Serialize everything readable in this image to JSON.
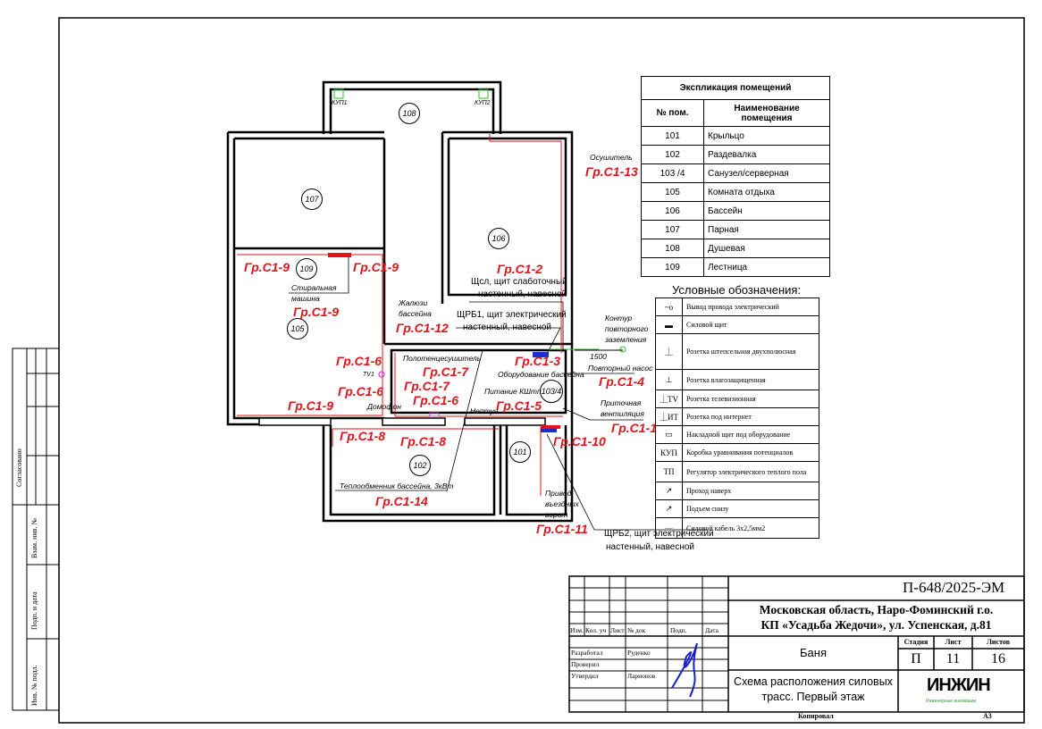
{
  "explication": {
    "title": "Экспликация помещений",
    "col_num": "№ пом.",
    "col_name": "Наименование помещения",
    "rows": [
      {
        "num": "101",
        "name": "Крыльцо"
      },
      {
        "num": "102",
        "name": "Раздевалка"
      },
      {
        "num": "103 /4",
        "name": "Санузел/серверная"
      },
      {
        "num": "105",
        "name": "Комната отдыха"
      },
      {
        "num": "106",
        "name": "Бассейн"
      },
      {
        "num": "107",
        "name": "Парная"
      },
      {
        "num": "108",
        "name": "Душевая"
      },
      {
        "num": "109",
        "name": "Лестница"
      }
    ]
  },
  "legend": {
    "title": "Условные обозначения:",
    "items": [
      {
        "icon": "wire-outlet",
        "sym": "~o",
        "text": "Вывод провода электрический"
      },
      {
        "icon": "power-panel",
        "sym": "▬",
        "text": "Силовой щит"
      },
      {
        "icon": "socket-double",
        "sym": "⏊",
        "text": "Розетка штепсельная двухполюсная"
      },
      {
        "icon": "socket-waterproof",
        "sym": "⊥",
        "text": "Розетка влагозащищенная"
      },
      {
        "icon": "socket-tv",
        "sym": "⏊TV",
        "text": "Розетка телевизионная"
      },
      {
        "icon": "socket-internet",
        "sym": "⏊ИТ",
        "text": "Розетка под интернет"
      },
      {
        "icon": "equipment-panel",
        "sym": "▭",
        "text": "Накладной щит под оборудование"
      },
      {
        "icon": "potential-box",
        "sym": "КУП",
        "text": "Коробка уравнивания потенциалов"
      },
      {
        "icon": "floor-heating-regulator",
        "sym": "ТП",
        "text": "Регулятор электрического теплого пола"
      },
      {
        "icon": "pass-up",
        "sym": "↗",
        "text": "Проход наверх"
      },
      {
        "icon": "rise-from-below",
        "sym": "↗",
        "text": "Подъем снизу"
      },
      {
        "icon": "power-cable",
        "sym": "—",
        "text": "Силовой кабель 3х2,5мм2"
      }
    ]
  },
  "plan": {
    "rooms": {
      "r101": "101",
      "r102": "102",
      "r1034": "103/4",
      "r105": "105",
      "r106": "106",
      "r107": "107",
      "r108": "108",
      "r109": "109"
    },
    "kup1": "КУП1",
    "kup2": "КУП2",
    "groups": [
      "Гр.С1-9",
      "Гр.С1-9",
      "Гр.С1-9",
      "Гр.С1-12",
      "Гр.С1-2",
      "Гр.С1-6",
      "Гр.С1-7",
      "Гр.С1-3",
      "Гр.С1-4",
      "Гр.С1-7",
      "Гр.С1-6",
      "Гр.С1-6",
      "Гр.С1-9",
      "Гр.С1-5",
      "Гр.С1-1",
      "Гр.С1-10",
      "Гр.С1-8",
      "Гр.С1-8",
      "Гр.С1-14",
      "Гр.С1-11",
      "Гр.С1-13"
    ],
    "notes": {
      "dryer": "Осушитель",
      "washer": "Стиральная машина",
      "blinds": "Жалюзи бассейна",
      "towel": "Полотенцесушитель",
      "pool_eq": "Оборудование бассейна",
      "pump": "Повторный насос",
      "kshtp": "Питание КШтп",
      "vent": "Приточная вентиляция",
      "ground": "Контур повторного заземления",
      "intercom": "Домофон",
      "neptun": "Нептун",
      "heat_ex": "Теплообменник бассейна, 3кВт",
      "gate": "Привод въездных ворот",
      "tv1": "TV1",
      "dim": "1500"
    },
    "panels": {
      "shsl_1": "Щсл, щит слаботочный",
      "shsl_2": "настенный, навесной",
      "shrb1_1": "ЩРБ1, щит электрический",
      "shrb1_2": "настенный, навесной",
      "shrb2_1": "ЩРБ2, щит электрический",
      "shrb2_2": "настенный, навесной"
    }
  },
  "side": {
    "agreed": "Согласовано",
    "inv_repl": "Взам. инв. №",
    "sign_date": "Подп. и дата",
    "inv_orig": "Инв. № подл."
  },
  "title_block": {
    "doc": "П-648/2025-ЭМ",
    "addr1": "Московская область, Наро-Фоминский г.о.",
    "addr2": "КП «Усадьба Жедочи», ул. Успенская, д.81",
    "object": "Баня",
    "stage_h": "Стадия",
    "sheet_h": "Лист",
    "sheets_h": "Листов",
    "stage": "П",
    "sheet": "11",
    "sheets": "16",
    "drawing": "Схема расположения силовых трасс. Первый этаж",
    "cols": [
      "Изм.",
      "Кол. уч",
      "Лист",
      "№ док",
      "Подп.",
      "Дата"
    ],
    "roles": [
      {
        "role": "Разработал",
        "name": "Руденко"
      },
      {
        "role": "Проверил",
        "name": ""
      },
      {
        "role": "Утвердил",
        "name": "Ларионов"
      }
    ],
    "logo": "ИНЖИН",
    "logo_sub": "Инженерные инновации",
    "copied": "Копировал",
    "format": "А3"
  }
}
